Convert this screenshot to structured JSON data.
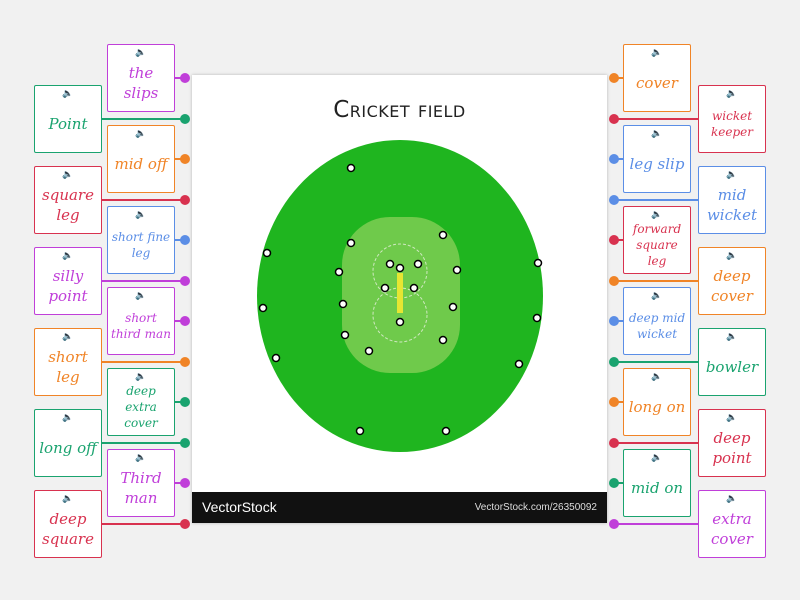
{
  "field": {
    "title": "Cricket field",
    "credit_left": "VectorStock",
    "credit_right": "VectorStock.com/26350092"
  },
  "left_cards": [
    {
      "label": "the slips",
      "color": "#c03fd9"
    },
    {
      "label": "Point",
      "color": "#1aa36f"
    },
    {
      "label": "mid off",
      "color": "#f08427"
    },
    {
      "label": "square leg",
      "color": "#d8324f"
    },
    {
      "label": "short fine leg",
      "color": "#5b8ee6"
    },
    {
      "label": "silly point",
      "color": "#c03fd9"
    },
    {
      "label": "short third man",
      "color": "#c03fd9"
    },
    {
      "label": "short leg",
      "color": "#f08427"
    },
    {
      "label": "deep extra cover",
      "color": "#1aa36f"
    },
    {
      "label": "long off",
      "color": "#1aa36f"
    },
    {
      "label": "Third man",
      "color": "#c03fd9"
    },
    {
      "label": "deep square",
      "color": "#d8324f"
    }
  ],
  "right_cards": [
    {
      "label": "cover",
      "color": "#f08427"
    },
    {
      "label": "wicket keeper",
      "color": "#d8324f"
    },
    {
      "label": "leg slip",
      "color": "#5b8ee6"
    },
    {
      "label": "mid wicket",
      "color": "#5b8ee6"
    },
    {
      "label": "forward square leg",
      "color": "#d8324f"
    },
    {
      "label": "deep cover",
      "color": "#f08427"
    },
    {
      "label": "deep mid wicket",
      "color": "#5b8ee6"
    },
    {
      "label": "bowler",
      "color": "#1aa36f"
    },
    {
      "label": "long on",
      "color": "#f08427"
    },
    {
      "label": "deep point",
      "color": "#d8324f"
    },
    {
      "label": "mid on",
      "color": "#1aa36f"
    },
    {
      "label": "extra cover",
      "color": "#c03fd9"
    }
  ]
}
